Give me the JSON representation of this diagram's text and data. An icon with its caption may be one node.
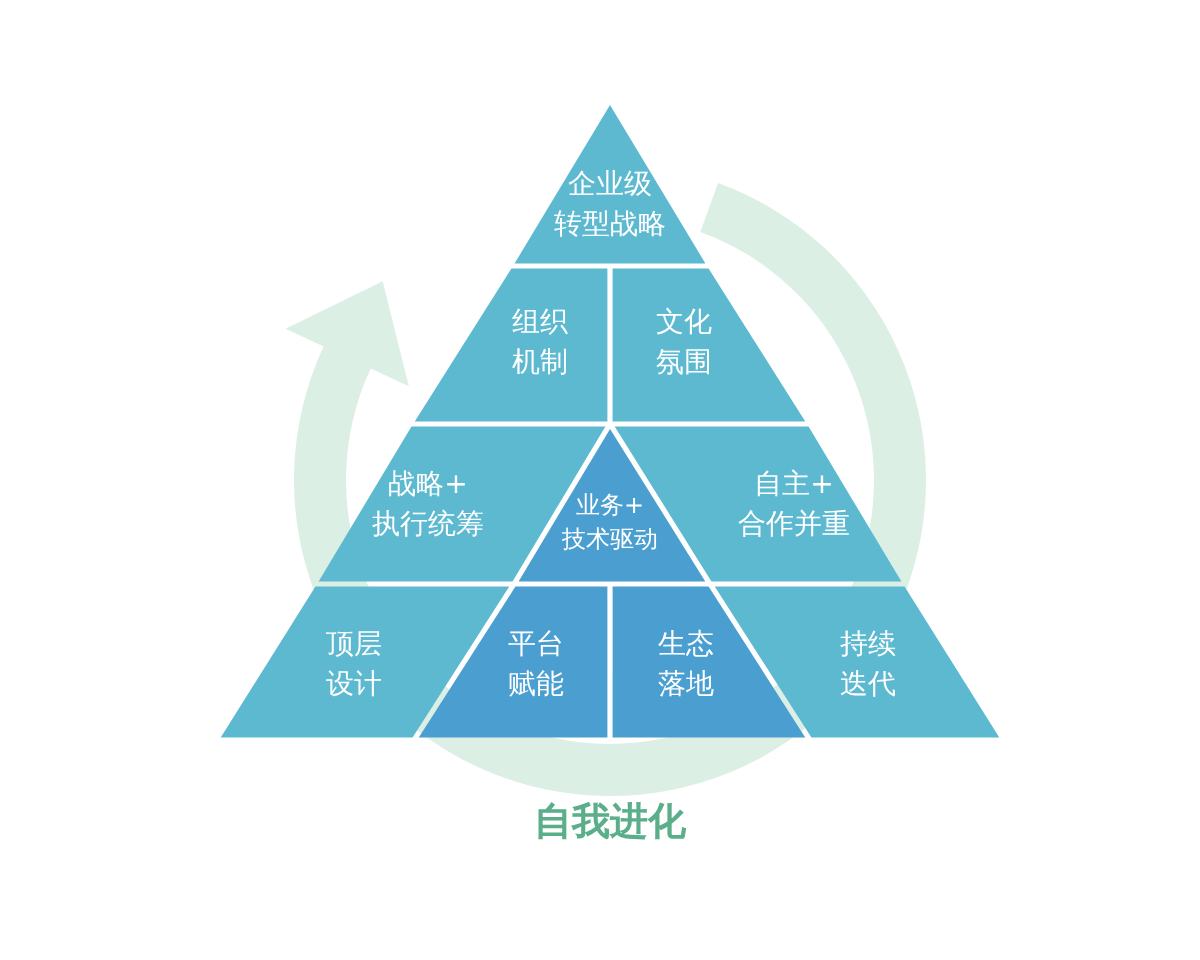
{
  "diagram": {
    "nodes": [
      {
        "text": [
          "企业级转型战略"
        ]
      },
      {
        "text": [
          "组织机制"
        ]
      },
      {
        "text": [
          "文化氛围"
        ]
      },
      {
        "text": [
          "战略+执行统筹"
        ]
      },
      {
        "text": [
          "业务+技术驱动"
        ]
      },
      {
        "text": [
          "自主+合作并重"
        ]
      },
      {
        "text": [
          "顶层设计"
        ]
      },
      {
        "text": [
          "平台赋能"
        ]
      },
      {
        "text": [
          "生态落地"
        ]
      },
      {
        "text": [
          "持续迭代"
        ]
      }
    ],
    "labels": [
      "自我进化"
    ]
  }
}
